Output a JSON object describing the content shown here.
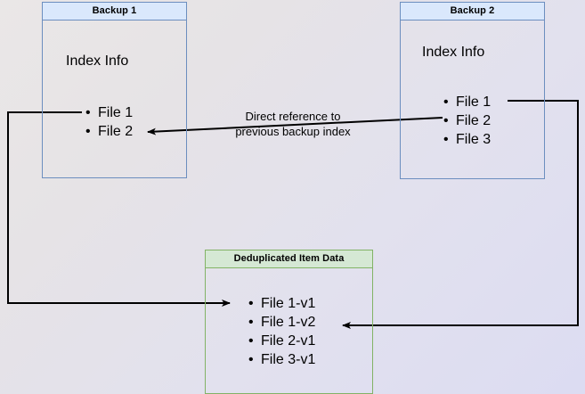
{
  "diagram": {
    "title_backup1": "Backup 1",
    "title_backup2": "Backup 2",
    "title_dedup": "Deduplicated Item Data",
    "index_info_label_1": "Index Info",
    "index_info_label_2": "Index Info",
    "backup1_files": [
      "File 1",
      "File 2"
    ],
    "backup2_files": [
      "File 1",
      "File 2",
      "File 3"
    ],
    "dedup_files": [
      "File 1-v1",
      "File 1-v2",
      "File 2-v1",
      "File 3-v1"
    ],
    "caption_line1": "Direct reference to",
    "caption_line2": "previous backup index",
    "colors": {
      "blue_border": "#6c8ebf",
      "blue_header_fill": "#dae8fc",
      "green_border": "#82b366",
      "green_header_fill": "#d5e8d4",
      "connector": "#000000",
      "text": "#000000"
    }
  }
}
